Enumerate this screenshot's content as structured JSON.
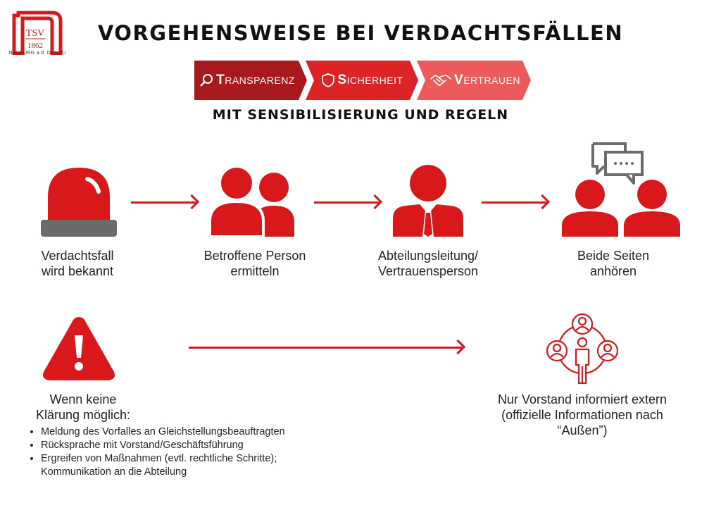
{
  "logo": {
    "text_top": "TSV",
    "text_bottom": "1862",
    "caption": "NEUBURG a.d. DONAU"
  },
  "title": "VORGEHENSWEISE BEI VERDACHTSFÄLLEN",
  "values": [
    {
      "initial": "T",
      "rest": "RANSPARENZ",
      "icon": "magnifier-icon",
      "color": "#a8191d"
    },
    {
      "initial": "S",
      "rest": "ICHERHEIT",
      "icon": "shield-icon",
      "color": "#dc2427"
    },
    {
      "initial": "V",
      "rest": "ERTRAUEN",
      "icon": "handshake-icon",
      "color": "#ec5a5b"
    }
  ],
  "subtitle": "MIT SENSIBILISIERUNG UND REGELN",
  "steps": [
    {
      "icon": "siren-icon",
      "line1": "Verdachtsfall",
      "line2": "wird bekannt"
    },
    {
      "icon": "people-icon",
      "line1": "Betroffene Person",
      "line2": "ermitteln"
    },
    {
      "icon": "manager-icon",
      "line1": "Abteilungsleitung/",
      "line2": "Vertrauensperson"
    },
    {
      "icon": "conversation-icon",
      "line1": "Beide Seiten",
      "line2": "anhören"
    }
  ],
  "escalation": {
    "icon": "warning-icon",
    "line1": "Wenn keine",
    "line2": "Klärung möglich:",
    "bullets": [
      "Meldung des Vorfalles an Gleichstellungsbeauftragten",
      "Rücksprache mit Vorstand/Geschäftsführung",
      "Ergreifen von Maßnahmen (evtl. rechtliche Schritte);",
      "Kommunikation an die Abteilung"
    ]
  },
  "outcome": {
    "icon": "network-icon",
    "line1": "Nur Vorstand informiert extern",
    "line2": "(offizielle Informationen nach",
    "line3": "“Außen”)"
  },
  "colors": {
    "accent": "#d9181c",
    "gray": "#6b6b6b"
  }
}
